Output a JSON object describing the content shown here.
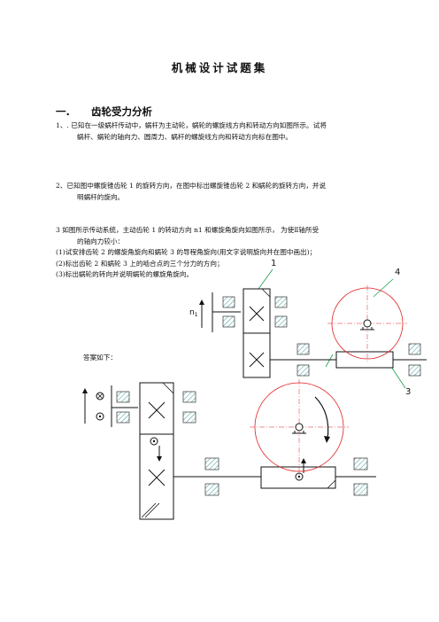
{
  "document": {
    "title": "机械设计试题集",
    "section": {
      "number": "一.",
      "heading": "齿轮受力分析"
    },
    "q1": {
      "line1": "1、. 已知在一级蜗杆传动中，蜗杆为主动轮，蜗轮的螺旋线方向和转动方向如图所示。试将",
      "line2": "蜗杆、蜗轮的轴向力、圆周力、蜗杆的螺旋线方向和转动方向标在图中。"
    },
    "q2": {
      "line1": "2、已知图中螺旋锥齿轮 1 的旋转方向，在图中标出螺旋锥齿轮 2 和蜗轮的旋转方向，并说",
      "line2": "明蜗杆的旋向。"
    },
    "q3": {
      "line1": "3 如图所示传动系统，主动齿轮 1 的转动方向 n1 和螺旋角旋向如图所示，     为使Ⅱ轴所受",
      "line2": "的轴向力较小：",
      "line3": "(1)试安排齿轮 2 的螺旋角旋向和蜗轮 3 的导程角旋向(用文字说明旋向并在图中画出)；",
      "line4": "(2)标出齿轮 2 和蜗轮 3 上的啮合点的三个分力的方向；",
      "line5": "(3)标出蜗轮的转向并说明蜗轮的螺旋角旋向。"
    },
    "answer_label": "答案如下：",
    "figure_labels": {
      "gear1": "1",
      "wheel4": "4",
      "worm3": "3",
      "speed": "n",
      "speed_sub": "1"
    }
  },
  "colors": {
    "text": "#111111",
    "bearing": "#2bc4c4",
    "circle": "#e02020",
    "leader": "#1aa04a"
  }
}
